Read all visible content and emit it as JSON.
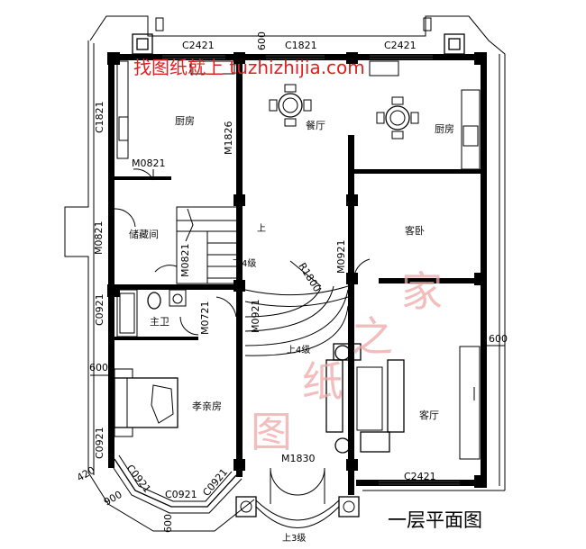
{
  "watermark": {
    "top_text": "找图纸就上 tuzhizhijia.com",
    "diagonal_chars": [
      "图",
      "纸",
      "之",
      "家"
    ]
  },
  "title": "一层平面图",
  "rooms": {
    "kitchen_left": "厨房",
    "kitchen_right": "厨房",
    "dining": "餐厅",
    "storage": "储藏间",
    "guest_bedroom": "客卧",
    "bathroom": "主卫",
    "parents_room": "孝亲房",
    "living_room": "客厅"
  },
  "windows": {
    "top_left": "C2421",
    "top_mid": "C1821",
    "top_right": "C2421",
    "left_upper": "C1821",
    "left_bath": "C0921",
    "left_lower": "C0921",
    "bay_left": "C0921",
    "bay_bottom": "C0921",
    "bay_right": "C0921",
    "bottom_right": "C2421"
  },
  "doors": {
    "kitchen_left": "M0821",
    "dining_kitchen": "M1826",
    "storage_left": "M0821",
    "under_stair": "M0821",
    "guest_bedroom": "M0921",
    "bathroom": "M0721",
    "parents": "M0921",
    "entrance": "M1830"
  },
  "steps": {
    "stair_up": "上",
    "stair_down": "下4级",
    "foyer_up": "上4级",
    "entrance_up": "上3级"
  },
  "dimensions": {
    "radius": "R1800",
    "top": "600",
    "right": "600",
    "left": "600",
    "bay_bottom": "600",
    "corner_420": "420",
    "corner_900": "900"
  }
}
